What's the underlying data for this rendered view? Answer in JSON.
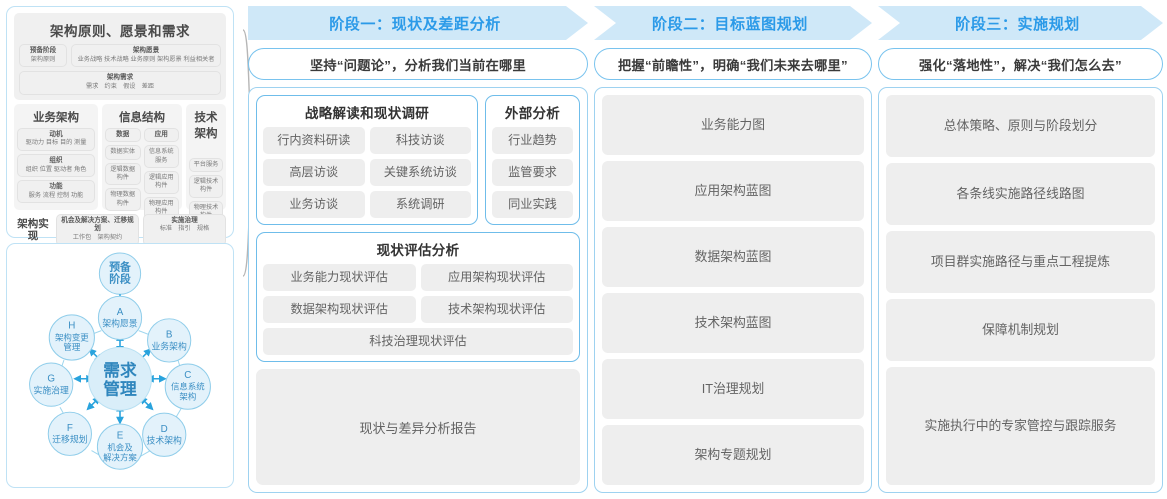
{
  "left_panel": {
    "togaf": {
      "title": "架构原则、愿景和需求",
      "row1": [
        {
          "head": "预备阶段",
          "items": "架构原则"
        },
        {
          "head": "架构愿景",
          "items": "业务战略 技术战略 业务原则 架构愿景 利益相关者"
        }
      ],
      "row2": {
        "head": "架构需求",
        "items": "需求　约束　假设　差距"
      },
      "sections": [
        {
          "name": "业务架构",
          "groups": [
            {
              "head": "动机",
              "items": "驱动力 目标 目的 测量"
            },
            {
              "head": "组织",
              "items": "组织 位置 驱动者 角色"
            },
            {
              "head": "功能",
              "items": "服务 流程 控制 功能"
            }
          ]
        },
        {
          "name": "信息结构",
          "columns": [
            {
              "head": "数据",
              "items": [
                "数据实体",
                "逻辑数据构件",
                "物理数据构件"
              ]
            },
            {
              "head": "应用",
              "items": [
                "信息系统服务",
                "逻辑应用构件",
                "物理应用构件"
              ]
            }
          ]
        },
        {
          "name": "技术架构",
          "items": [
            "平台服务",
            "逻辑技术构件",
            "物理技术构件"
          ]
        }
      ],
      "impl": {
        "label": "架构实现",
        "boxes": [
          {
            "head": "机会及解决方案、迁移规划",
            "items": "工作包　架构契约"
          },
          {
            "head": "实施治理",
            "items": "标准　指引　规格"
          }
        ]
      }
    },
    "adm": {
      "center": "需求管理",
      "prelim": "预备阶段",
      "nodes": [
        {
          "letter": "A",
          "label": "架构愿景"
        },
        {
          "letter": "B",
          "label": "业务架构"
        },
        {
          "letter": "C",
          "label": "信息系统架构"
        },
        {
          "letter": "D",
          "label": "技术架构"
        },
        {
          "letter": "E",
          "label": "机会及解决方案"
        },
        {
          "letter": "F",
          "label": "迁移规划"
        },
        {
          "letter": "G",
          "label": "实施治理"
        },
        {
          "letter": "H",
          "label": "架构变更管理"
        }
      ]
    }
  },
  "phases": [
    {
      "band": "阶段一：现状及差距分析",
      "subhead": "坚持“问题论”，分析我们当前在哪里",
      "groups": [
        {
          "title": "战略解读和现状调研",
          "chips": [
            "行内资料研读",
            "科技访谈",
            "高层访谈",
            "关键系统访谈",
            "业务访谈",
            "系统调研"
          ]
        },
        {
          "title": "外部分析",
          "chips": [
            "行业趋势",
            "监管要求",
            "同业实践"
          ]
        },
        {
          "title": "现状评估分析",
          "chips": [
            "业务能力现状评估",
            "应用架构现状评估",
            "数据架构现状评估",
            "技术架构现状评估"
          ],
          "wide_chip": "科技治理现状评估"
        }
      ],
      "report": "现状与差异分析报告"
    },
    {
      "band": "阶段二：目标蓝图规划",
      "subhead": "把握“前瞻性”，明确“我们未来去哪里”",
      "items": [
        "业务能力图",
        "应用架构蓝图",
        "数据架构蓝图",
        "技术架构蓝图",
        "IT治理规划",
        "架构专题规划"
      ]
    },
    {
      "band": "阶段三：实施规划",
      "subhead": "强化“落地性”，解决“我们怎么去”",
      "items": [
        "总体策略、原则与阶段划分",
        "各条线实施路径线路图",
        "项目群实施路径与重点工程提炼",
        "保障机制规划",
        "实施执行中的专家管控与跟踪服务"
      ]
    }
  ],
  "colors": {
    "band_bg": "#cfe8f8",
    "band_text": "#2b9ae8",
    "border_blue": "#79c3ee",
    "chip_bg": "#eeeeee",
    "chip_text": "#636363",
    "adm_circle": "#dff0fa",
    "adm_stroke": "#8fcdea"
  }
}
